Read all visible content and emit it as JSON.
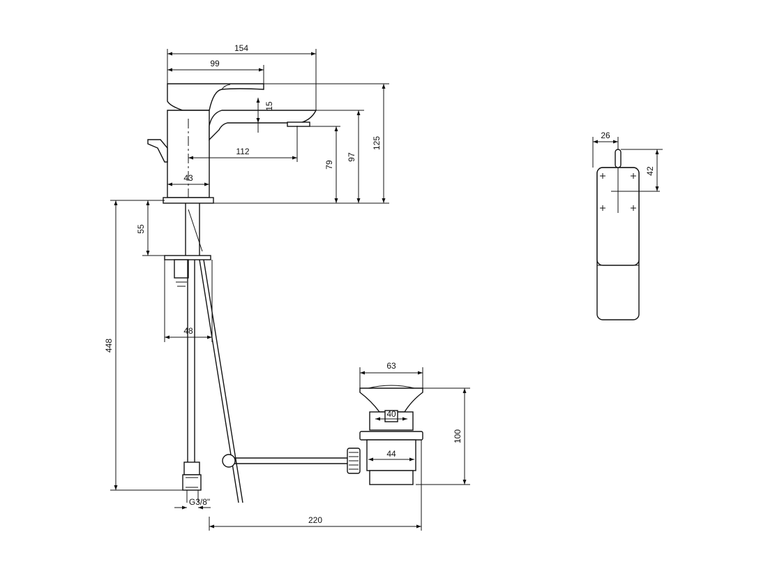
{
  "colors": {
    "line": "#111111",
    "background": "#ffffff"
  },
  "dimensions": {
    "faucet_length": "154",
    "spout_reach_99": "99",
    "handle_drop": "15",
    "spout_reach_112": "112",
    "spout_height": "79",
    "aerator_height": "97",
    "overall_height": "125",
    "base_diameter": "43",
    "deck_thickness": "55",
    "shank_diameter": "48",
    "hose_length": "448",
    "connection": "G3/8\"",
    "waste_head": "63",
    "waste_inner": "40",
    "waste_nut": "44",
    "waste_height": "100",
    "rod_length": "220",
    "top_view_width": "26",
    "top_view_depth": "42"
  }
}
